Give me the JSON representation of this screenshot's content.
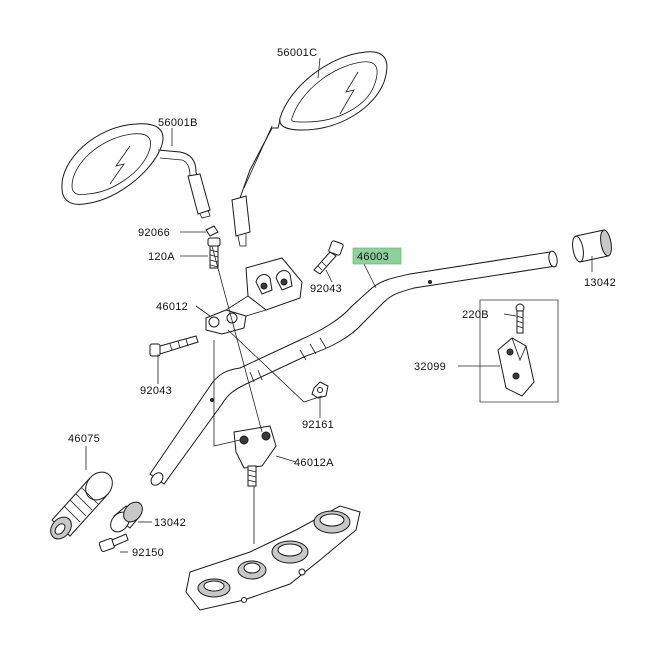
{
  "parts": {
    "mirror_right": "56001C",
    "mirror_left": "56001B",
    "screw_small": "92066",
    "cap_120a": "120A",
    "holder_46012": "46012",
    "bolt_92043_top": "92043",
    "bolt_92043_left": "92043",
    "handlebar": "46003",
    "weight_13042_right": "13042",
    "screw_220b": "220B",
    "switch_32099": "32099",
    "nut_92161": "92161",
    "holder_46012a": "46012A",
    "grip_46075": "46075",
    "weight_13042_left": "13042",
    "screw_92150": "92150"
  },
  "colors": {
    "highlight": "#8fd19e",
    "line": "#1a1a1a"
  }
}
